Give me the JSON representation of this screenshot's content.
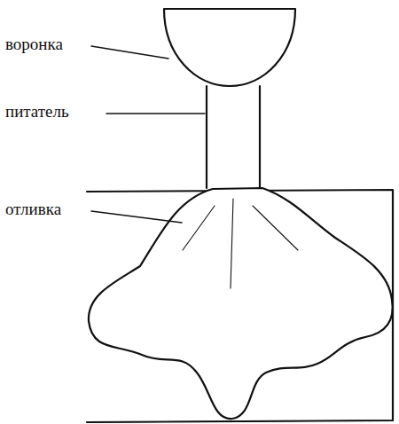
{
  "diagram": {
    "labels": [
      "воронка",
      "питатель",
      "отливка"
    ]
  }
}
